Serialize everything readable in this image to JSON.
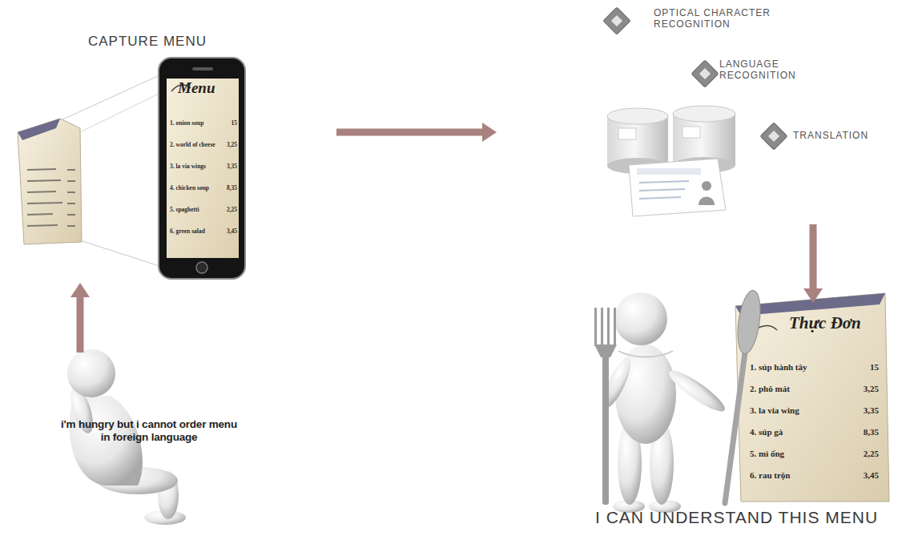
{
  "diagram": {
    "nodes": [
      {
        "text": [
          "i'm hungry but i cannot order menu in foreign language"
        ]
      },
      {
        "text": [
          "CAPTURE MENU"
        ]
      },
      {
        "text": [
          "OPTICAL CHARACTER RECOGNITION",
          "LANGUAGE RECOGNITION",
          "TRANSLATION"
        ]
      },
      {
        "text": [
          "I CAN UNDERSTAND THIS MENU"
        ]
      }
    ],
    "edges": [
      {
        "from": 0,
        "to": 1,
        "arrow": "to"
      },
      {
        "from": 1,
        "to": 2,
        "arrow": "to"
      },
      {
        "from": 2,
        "to": 3,
        "arrow": "to"
      }
    ],
    "labels": [
      "Menu",
      "1. onion soup",
      "15",
      "2. world of cheese",
      "3,25",
      "3. la via wings",
      "3,35",
      "4. chicken soup",
      "8,35",
      "5. spaghetti",
      "2,25",
      "6. green salad",
      "3,45",
      "Thực Đơn",
      "1. súp hành tây",
      "15",
      "2. phô mát",
      "3,25",
      "3. la via wing",
      "3,35",
      "4. súp gà",
      "8,35",
      "5. mì ống",
      "2,25",
      "6. rau trộn",
      "3,45"
    ]
  }
}
